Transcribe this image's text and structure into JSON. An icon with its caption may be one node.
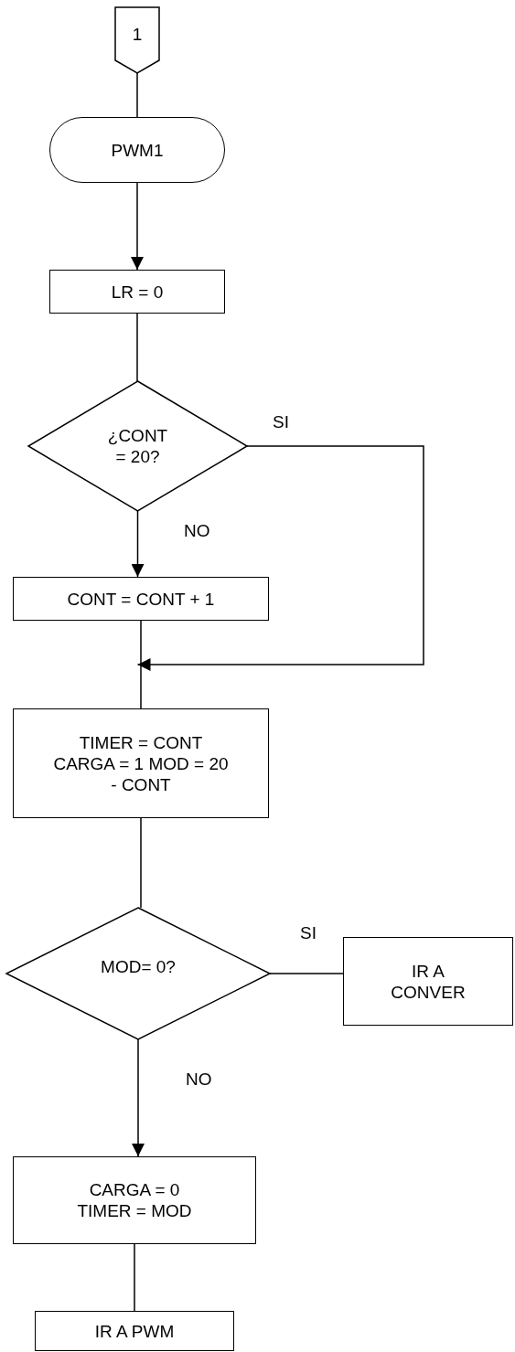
{
  "diagram": {
    "nodes": [
      {
        "text": [
          "1"
        ]
      },
      {
        "text": [
          "PWM1"
        ]
      },
      {
        "text": [
          "LR = 0"
        ]
      },
      {
        "text": [
          "¿CONT = 20?"
        ]
      },
      {
        "text": [
          "CONT = CONT + 1"
        ]
      },
      {
        "text": [
          "TIMER = CONT CARGA = 1 MOD = 20 - CONT"
        ]
      },
      {
        "text": [
          "MOD= 0?"
        ]
      },
      {
        "text": [
          "IR A CONVER"
        ]
      },
      {
        "text": [
          "CARGA = 0 TIMER = MOD"
        ]
      },
      {
        "text": [
          "IR A PWM"
        ]
      }
    ],
    "edges": [
      {
        "from": 0,
        "to": 1,
        "arrow": "none"
      },
      {
        "from": 1,
        "to": 2,
        "arrow": "to"
      },
      {
        "from": 2,
        "to": 3,
        "arrow": "none"
      },
      {
        "from": 3,
        "to": 4,
        "arrow": "to",
        "label": "NO"
      },
      {
        "from": 4,
        "to": 5,
        "arrow": "none"
      },
      {
        "from": 3,
        "to": 5,
        "arrow": "to",
        "label": "SI"
      },
      {
        "from": 6,
        "to": 7,
        "arrow": "none",
        "label": "SI"
      },
      {
        "from": 6,
        "to": 8,
        "arrow": "to",
        "label": "NO"
      },
      {
        "from": 8,
        "to": 9,
        "arrow": "none"
      },
      {
        "from": 5,
        "to": 6,
        "arrow": "none"
      }
    ]
  }
}
